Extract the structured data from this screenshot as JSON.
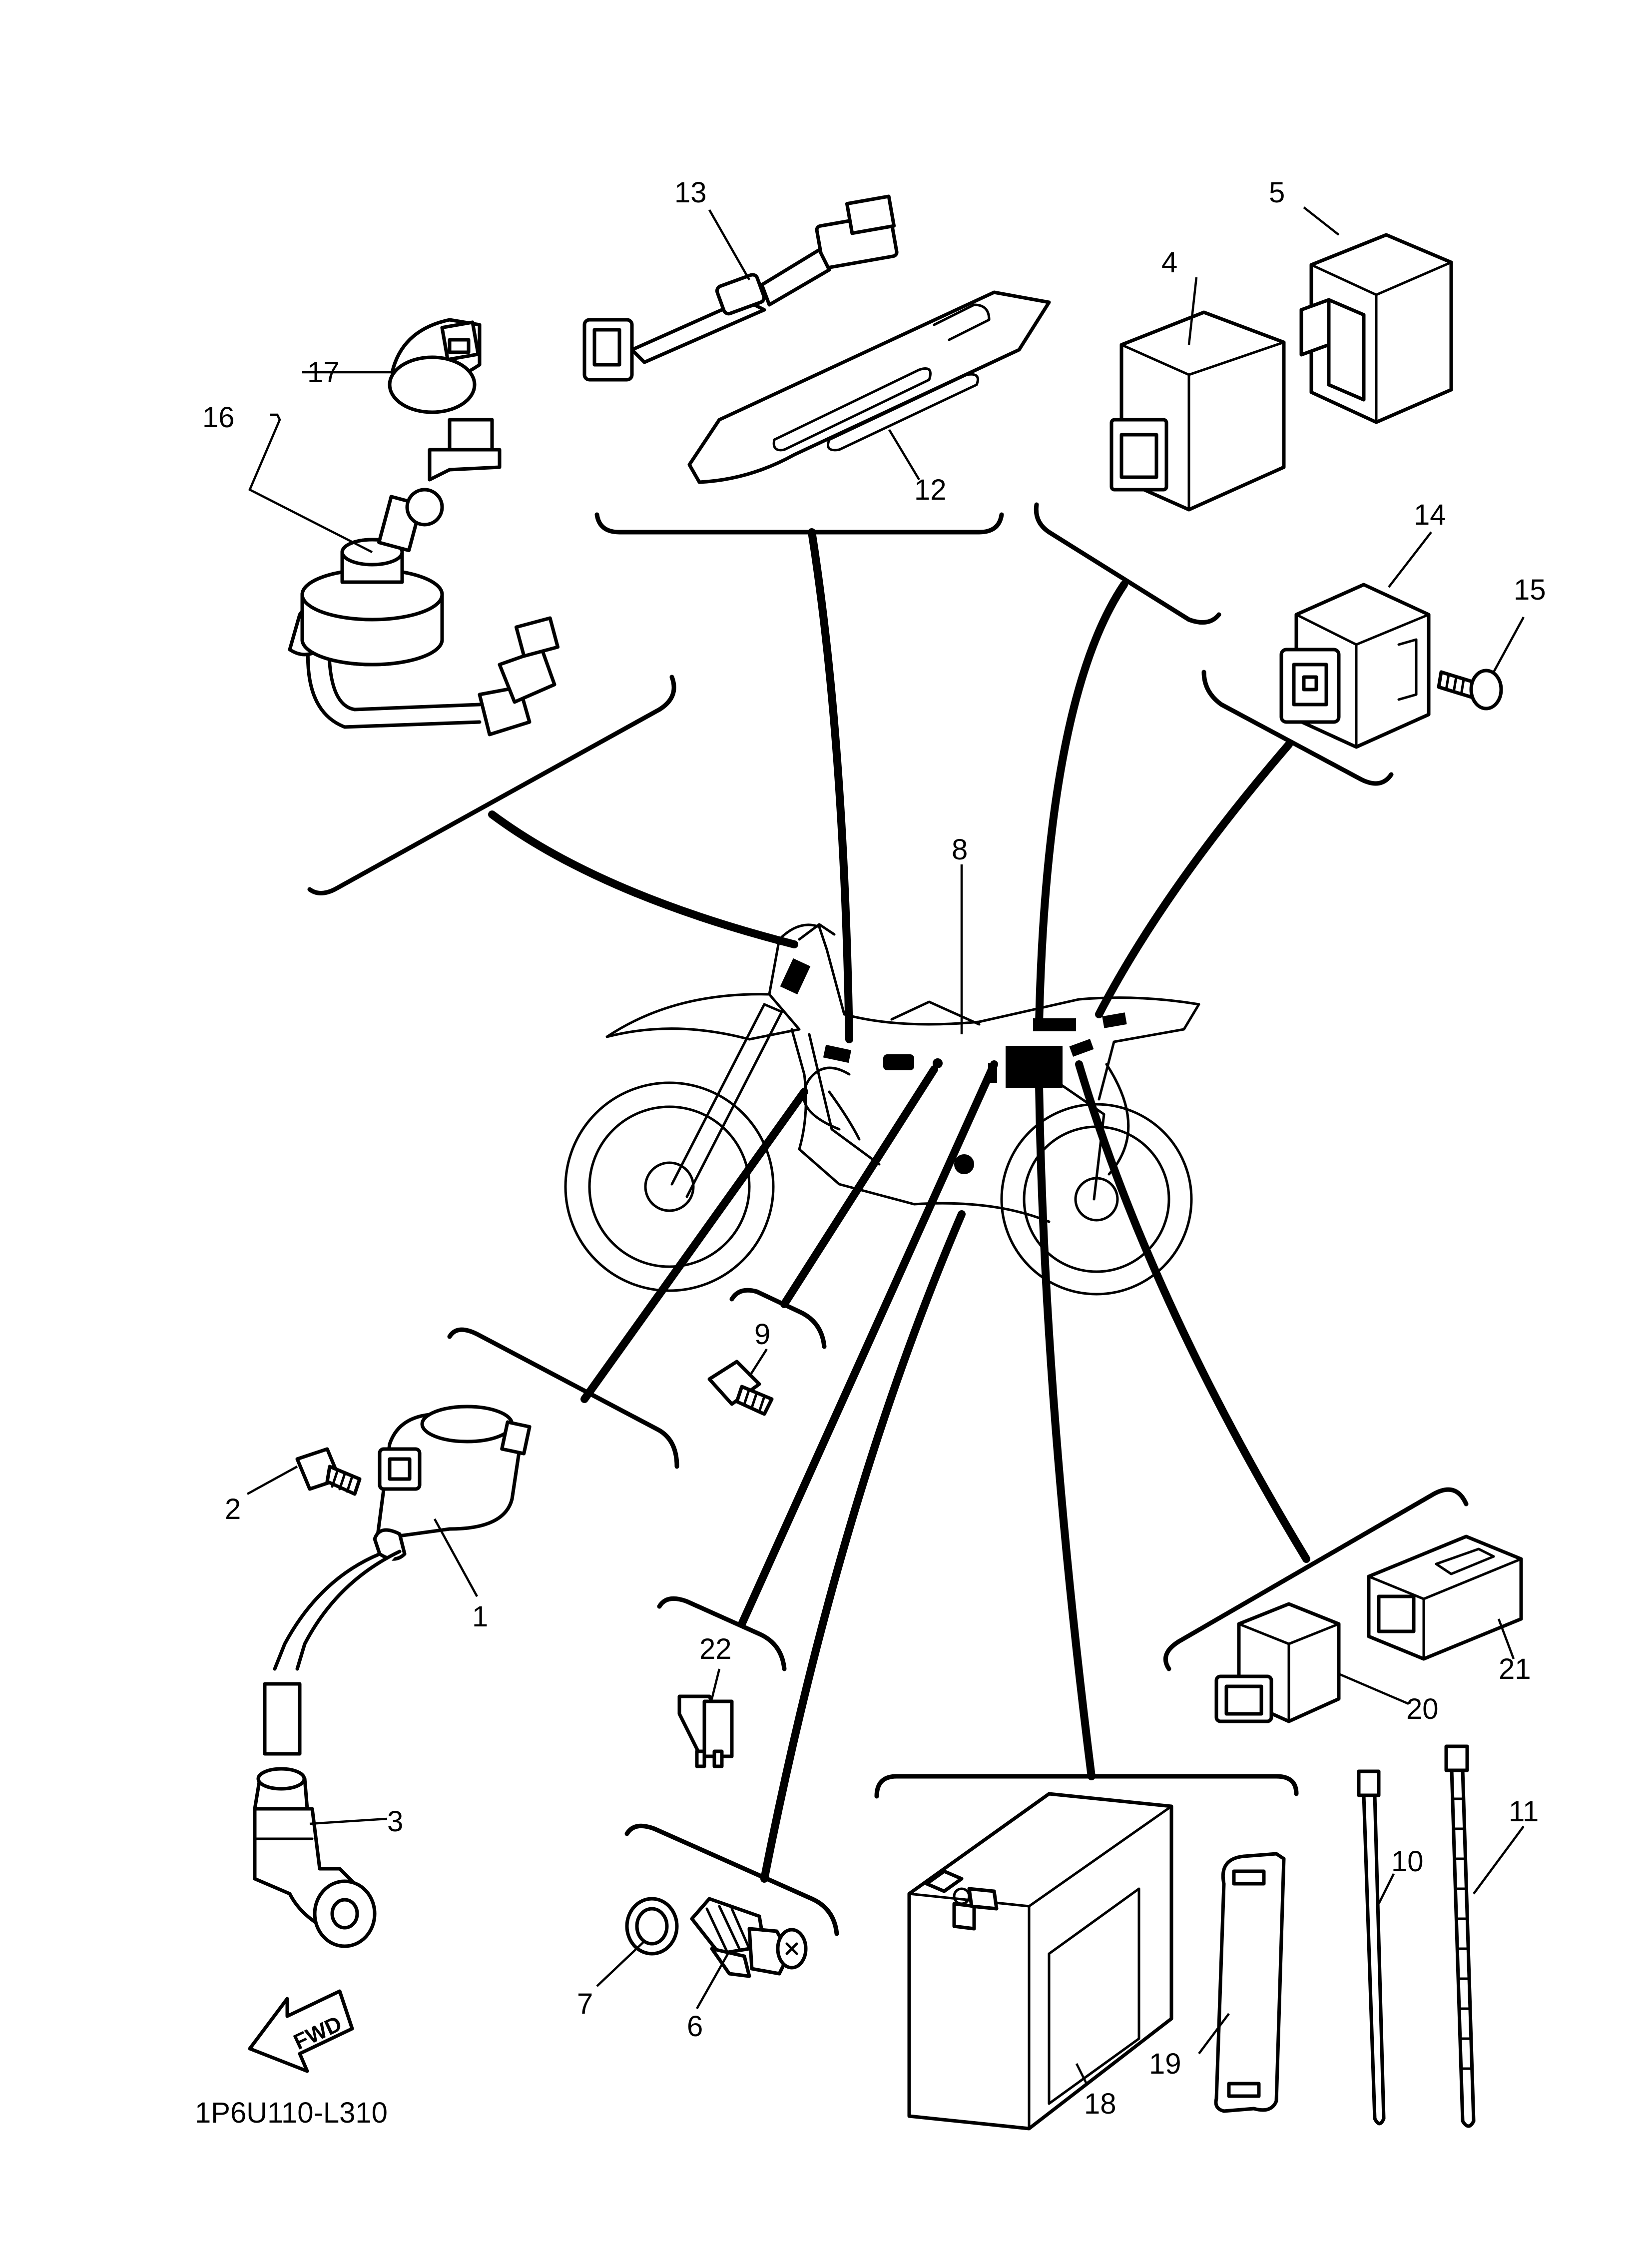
{
  "diagram_code": "1P6U110-L310",
  "direction_marker": "FWD",
  "callouts": [
    "1",
    "2",
    "3",
    "4",
    "5",
    "6",
    "7",
    "8",
    "9",
    "10",
    "11",
    "12",
    "13",
    "14",
    "15",
    "16",
    "17",
    "18",
    "19",
    "20",
    "21",
    "22"
  ],
  "colors": {
    "ink": "#000000",
    "paper": "#ffffff"
  }
}
